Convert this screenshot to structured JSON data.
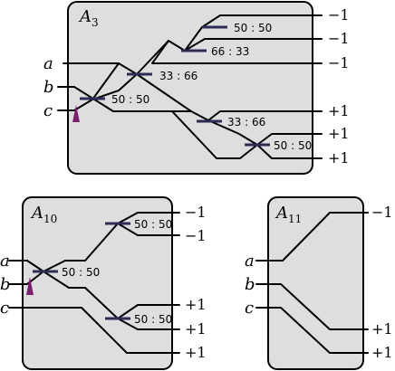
{
  "panels": {
    "a3": {
      "title_main": "A",
      "title_sub": "3",
      "inputs": [
        "a",
        "b",
        "c"
      ],
      "outputs": [
        "−1",
        "−1",
        "−1",
        "+1",
        "+1",
        "+1"
      ],
      "splitters": [
        "50 : 50",
        "66 : 33",
        "33 : 66",
        "50 : 50",
        "33 : 66",
        "50 : 50"
      ]
    },
    "a10": {
      "title_main": "A",
      "title_sub": "10",
      "inputs": [
        "a",
        "b",
        "c"
      ],
      "outputs": [
        "−1",
        "−1",
        "+1",
        "+1",
        "+1"
      ],
      "splitters": [
        "50 : 50",
        "50 : 50",
        "50 : 50"
      ]
    },
    "a11": {
      "title_main": "A",
      "title_sub": "11",
      "inputs": [
        "a",
        "b",
        "c"
      ],
      "outputs": [
        "−1",
        "+1",
        "+1"
      ]
    }
  },
  "colors": {
    "panel_fill": "#dedede",
    "splitter": "#2c2c55",
    "source_marker": "#7a1f6e"
  }
}
